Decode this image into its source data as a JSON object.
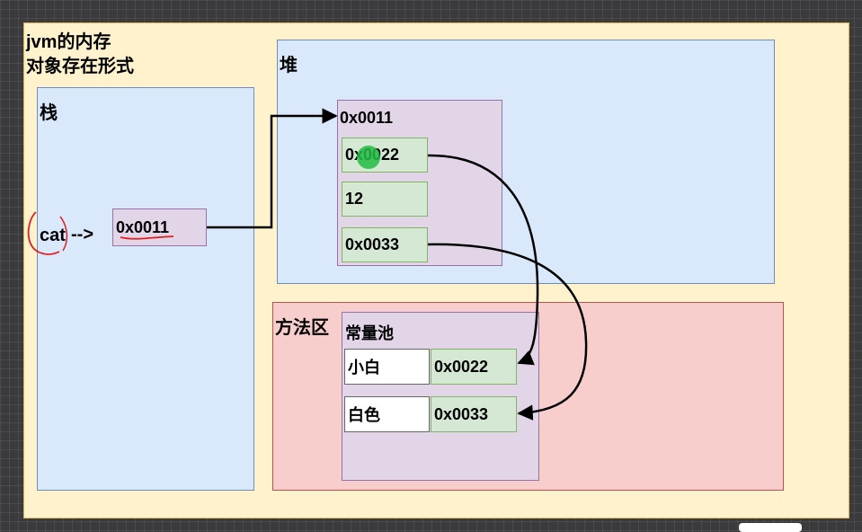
{
  "title": {
    "line1": "jvm的内存",
    "line2": "对象存在形式"
  },
  "stack": {
    "label": "栈",
    "var_name": "cat",
    "arrow_text": "-->",
    "ref_value": "0x0011"
  },
  "heap": {
    "label": "堆",
    "object_address": "0x0011",
    "fields": [
      "0x0022",
      "12",
      "0x0033"
    ]
  },
  "method_area": {
    "label": "方法区",
    "pool_label": "常量池",
    "entries": [
      {
        "text": "小白",
        "address": "0x0022"
      },
      {
        "text": "白色",
        "address": "0x0033"
      }
    ]
  },
  "colors": {
    "background": "#fff2cc",
    "stack_fill": "#dae8fc",
    "heap_fill": "#dae8fc",
    "method_fill": "#f8cecc",
    "object_fill": "#e1d5e7",
    "field_fill": "#d5e8d4",
    "annotation": "#e02020",
    "cursor_dot": "#22bb44"
  }
}
